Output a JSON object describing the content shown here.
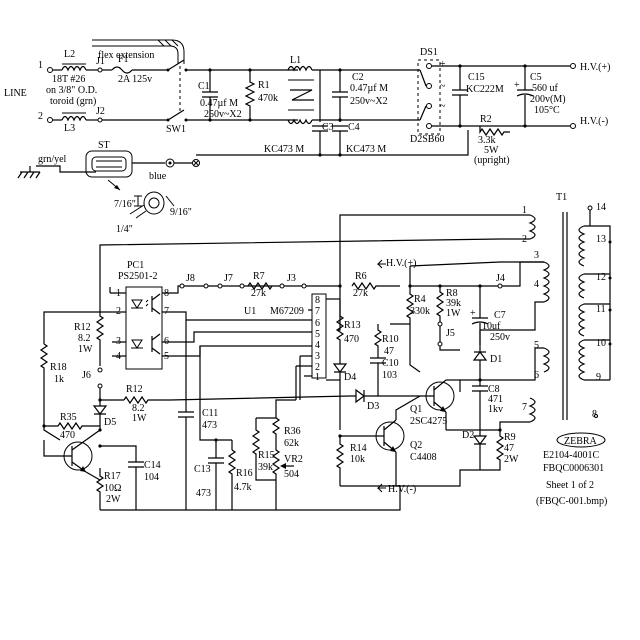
{
  "labels": {
    "flex_extension": "flex extension",
    "line": "LINE",
    "line_1": "1",
    "line_2": "2",
    "l2": "L2",
    "l3": "L3",
    "coil_spec_1": "18T #26",
    "coil_spec_2": "on 3/8\" O.D.",
    "coil_spec_3": "toroid (grn)",
    "j1": "J1",
    "j2": "J2",
    "f1": "F1",
    "f1_rating": "2A 125v",
    "sw1": "SW1",
    "c1": "C1",
    "c1_value": "0.47µf M",
    "c1_volt": "250v~X2",
    "r1": "R1",
    "r1_value": "470k",
    "l1": "L1",
    "c2": "C2",
    "c2_value": "0.47µf M",
    "c2_volt": "250v~X2",
    "c3": "C3",
    "c4": "C4",
    "c3_value": "KC473 M",
    "c4_value": "KC473 M",
    "ds1": "DS1",
    "ds1_part": "D2SB60",
    "c15": "C15",
    "c15_value": "KC222M",
    "c5": "C5",
    "c5_value_1": "560 uf",
    "c5_value_2": "200v(M)",
    "c5_value_3": "105°C",
    "hv_plus_out": "H.V.(+)",
    "hv_minus_out": "H.V.(-)",
    "r2": "R2",
    "r2_value_1": "3.3k",
    "r2_value_2": "5W",
    "r2_value_3": "(upright)",
    "grn_yel": "grn/yel",
    "st": "ST",
    "blue": "blue",
    "dim_7_16": "7/16\"",
    "dim_9_16": "9/16\"",
    "dim_1_4": "1/4\"",
    "t1": "T1",
    "pc1": "PC1",
    "pc1_part": "PS2501-2",
    "j8": "J8",
    "j7": "J7",
    "r7": "R7",
    "r7_value": "27k",
    "j3": "J3",
    "r6": "R6",
    "r6_value": "27k",
    "hv_plus_mid": "H.V.(+)",
    "j4": "J4",
    "u1": "U1",
    "u1_part": "M67209",
    "r4": "R4",
    "r4_value": "330k",
    "r8": "R8",
    "r8_value_1": "39k",
    "r8_value_2": "1W",
    "c7": "C7",
    "c7_value_1": "10uf",
    "c7_value_2": "250v",
    "j5": "J5",
    "r13": "R13",
    "r13_value": "470",
    "r10": "R10",
    "r10_value": "47",
    "c10": "C10",
    "c10_value": "103",
    "d1": "D1",
    "d3": "D3",
    "d4": "D4",
    "q1": "Q1",
    "q1_part": "2SC4275",
    "c8": "C8",
    "c8_value_1": "471",
    "c8_value_2": "1kv",
    "r12a": "R12",
    "r12a_value_1": "8.2",
    "r12a_value_2": "1W",
    "r18": "R18",
    "r18_value": "1k",
    "j6": "J6",
    "r12b": "R12",
    "r12b_value_1": "8.2",
    "r12b_value_2": "1W",
    "d5": "D5",
    "r35": "R35",
    "r35_value": "470",
    "c11": "C11",
    "c11_value": "473",
    "r36": "R36",
    "r36_value": "62k",
    "r15": "R15",
    "r15_value": "39k",
    "vr2": "VR2",
    "vr2_value": "504",
    "r14": "R14",
    "r14_value": "10k",
    "q2": "Q2",
    "q2_part": "C4408",
    "d2": "D2",
    "r9": "R9",
    "r9_value_1": "47",
    "r9_value_2": "2W",
    "c13": "C13",
    "c13_value": "473",
    "r16": "R16",
    "r16_value": "4.7k",
    "r17": "R17",
    "r17_value_1": "10Ω",
    "r17_value_2": "2W",
    "c14": "C14",
    "c14_value": "104",
    "hv_minus_bottom": "H.V.(-)",
    "zebra": "ZEBRA",
    "doc_1": "E2104-4001C",
    "doc_2": "FBQC0006301",
    "doc_3": "Sheet 1 of 2",
    "doc_4": "(FBQC-001.bmp)"
  },
  "pins": {
    "pc1_8": "8",
    "pc1_7": "7",
    "pc1_6": "6",
    "pc1_5": "5",
    "pc1_1": "1",
    "pc1_2": "2",
    "pc1_3": "3",
    "pc1_4": "4",
    "u1_8": "8",
    "u1_7": "7",
    "u1_6": "6",
    "u1_5": "5",
    "u1_4": "4",
    "u1_3": "3",
    "u1_2": "2",
    "u1_1": "1",
    "t1_p1": "1",
    "t1_p2": "2",
    "t1_p3": "3",
    "t1_p4": "4",
    "t1_p5": "5",
    "t1_p6": "6",
    "t1_p7": "7",
    "t1_s8": "8",
    "t1_s9": "9",
    "t1_s10": "10",
    "t1_s11": "11",
    "t1_s12": "12",
    "t1_s13": "13",
    "t1_s14": "14"
  },
  "symbols": {
    "ds1_plus": "+",
    "ds1_minus": "−",
    "ds1_ac": "~",
    "c7_plus": "+",
    "c5_plus": "+"
  }
}
